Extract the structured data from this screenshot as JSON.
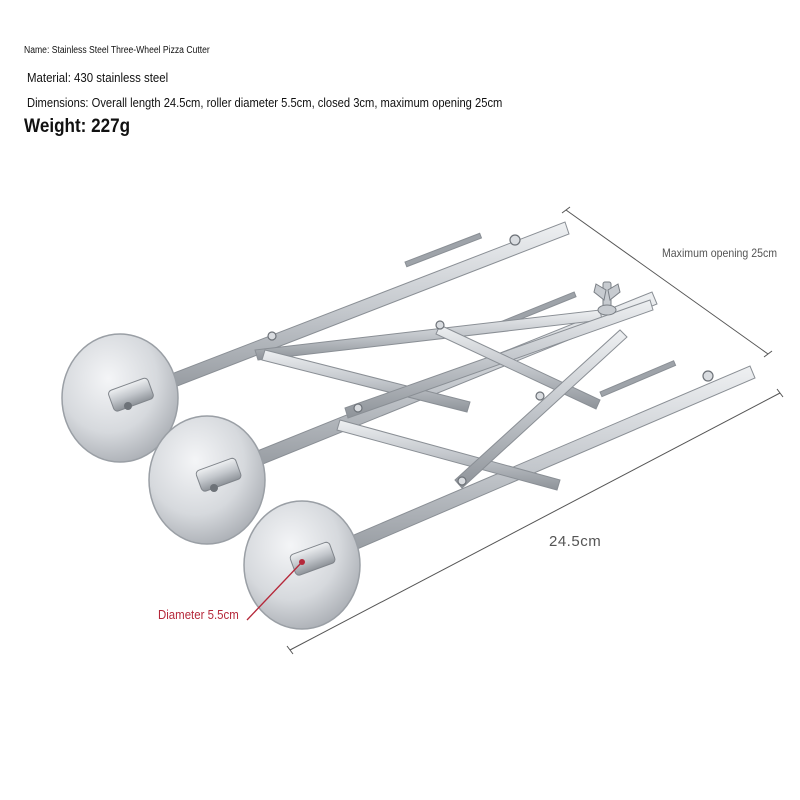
{
  "specs": {
    "name": "Name: Stainless Steel Three-Wheel Pizza Cutter",
    "material": "Material: 430 stainless steel",
    "dimensions": "Dimensions: Overall length 24.5cm, roller diameter 5.5cm, closed 3cm, maximum opening 25cm",
    "weight": "Weight: 227g"
  },
  "annotations": {
    "max_opening": "Maximum opening 25cm",
    "length": "24.5cm",
    "diameter": "Diameter 5.5cm"
  },
  "colors": {
    "background": "#ffffff",
    "text": "#111111",
    "dimension_lines": "#555555",
    "diameter_accent": "#b5283a",
    "steel": "#c9cdd2"
  }
}
